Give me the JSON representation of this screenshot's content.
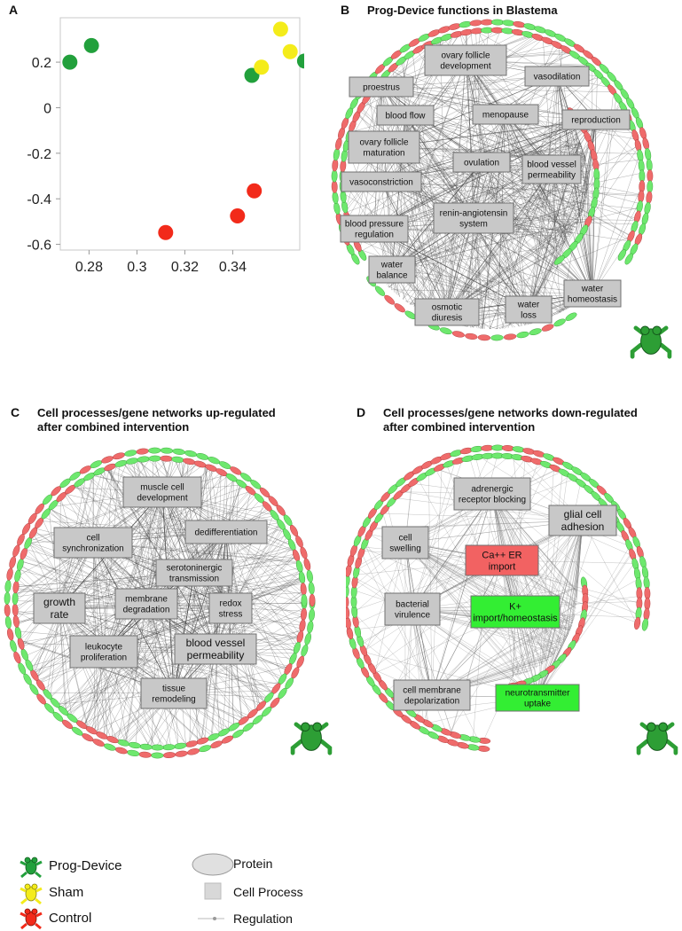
{
  "panels": {
    "a": {
      "letter": "A"
    },
    "b": {
      "letter": "B",
      "title": "Prog-Device functions in Blastema"
    },
    "c": {
      "letter": "C",
      "title": "Cell processes/gene networks up-regulated\nafter combined intervention"
    },
    "d": {
      "letter": "D",
      "title": "Cell processes/gene networks  down-regulated\nafter combined intervention"
    }
  },
  "chart_data": {
    "type": "scatter",
    "xticks": [
      0.28,
      0.3,
      0.32,
      0.34
    ],
    "xtick_labels": [
      "0.28",
      "0.3",
      "0.32",
      "0.34"
    ],
    "yticks": [
      0.2,
      0,
      -0.2,
      -0.4,
      -0.6
    ],
    "ytick_labels": [
      "0.2",
      "0",
      "-0.2",
      "-0.4",
      "-0.6"
    ],
    "xlim": [
      0.268,
      0.368
    ],
    "ylim": [
      -0.625,
      0.395
    ],
    "grid": false,
    "series": [
      {
        "name": "Prog-Device",
        "color": "#22a03c",
        "points": [
          [
            0.272,
            0.2
          ],
          [
            0.281,
            0.273
          ],
          [
            0.348,
            0.142
          ],
          [
            0.37,
            0.205
          ]
        ]
      },
      {
        "name": "Sham",
        "color": "#f4ec1a",
        "points": [
          [
            0.352,
            0.178
          ],
          [
            0.36,
            0.345
          ],
          [
            0.364,
            0.246
          ]
        ]
      },
      {
        "name": "Control",
        "color": "#f22a1a",
        "points": [
          [
            0.312,
            -0.548
          ],
          [
            0.342,
            -0.475
          ],
          [
            0.349,
            -0.365
          ]
        ]
      }
    ]
  },
  "networks": {
    "b": {
      "process_nodes": [
        {
          "id": "b1",
          "label": "ovary follicle\ndevelopment"
        },
        {
          "id": "b2",
          "label": "proestrus"
        },
        {
          "id": "b3",
          "label": "vasodilation"
        },
        {
          "id": "b4",
          "label": "blood flow"
        },
        {
          "id": "b5",
          "label": "menopause"
        },
        {
          "id": "b6",
          "label": "reproduction"
        },
        {
          "id": "b7",
          "label": "ovary follicle\nmaturation"
        },
        {
          "id": "b8",
          "label": "ovulation"
        },
        {
          "id": "b9",
          "label": "blood vessel\npermeability"
        },
        {
          "id": "b10",
          "label": "vasoconstriction"
        },
        {
          "id": "b11",
          "label": "renin-angiotensin\nsystem"
        },
        {
          "id": "b12",
          "label": "blood pressure\nregulation"
        },
        {
          "id": "b13",
          "label": "water\nbalance"
        },
        {
          "id": "b14",
          "label": "water\nhomeostasis"
        },
        {
          "id": "b15",
          "label": "osmotic\ndiuresis"
        },
        {
          "id": "b16",
          "label": "water\nloss"
        }
      ]
    },
    "c": {
      "process_nodes": [
        {
          "id": "c1",
          "label": "muscle cell\ndevelopment"
        },
        {
          "id": "c2",
          "label": "dedifferentiation"
        },
        {
          "id": "c3",
          "label": "cell\nsynchronization"
        },
        {
          "id": "c4",
          "label": "serotoninergic\ntransmission"
        },
        {
          "id": "c5",
          "label": "growth\nrate"
        },
        {
          "id": "c6",
          "label": "membrane\ndegradation"
        },
        {
          "id": "c7",
          "label": "redox\nstress"
        },
        {
          "id": "c8",
          "label": "leukocyte\nproliferation"
        },
        {
          "id": "c9",
          "label": "blood vessel\npermeability"
        },
        {
          "id": "c10",
          "label": "tissue\nremodeling"
        }
      ]
    },
    "d": {
      "process_nodes": [
        {
          "id": "d1",
          "label": "adrenergic\nreceptor blocking",
          "color": "#c8c8c8"
        },
        {
          "id": "d2",
          "label": "glial cell\nadhesion",
          "color": "#c8c8c8"
        },
        {
          "id": "d3",
          "label": "cell\nswelling",
          "color": "#c8c8c8"
        },
        {
          "id": "d4",
          "label": "Ca++ ER\nimport",
          "color": "#f26262"
        },
        {
          "id": "d5",
          "label": "bacterial\nvirulence",
          "color": "#c8c8c8"
        },
        {
          "id": "d6",
          "label": "K+\nimport/homeostasis",
          "color": "#33ee33"
        },
        {
          "id": "d7",
          "label": "cell membrane\ndepolarization",
          "color": "#c8c8c8"
        },
        {
          "id": "d8",
          "label": "neurotransmitter\nuptake",
          "color": "#33ee33"
        }
      ]
    }
  },
  "legend": {
    "groups": [
      {
        "label": "Prog-Device",
        "color": "#22a03c"
      },
      {
        "label": "Sham",
        "color": "#f4ec1a"
      },
      {
        "label": "Control",
        "color": "#f22a1a"
      }
    ],
    "symbols": [
      {
        "label": "Protein",
        "shape": "ellipse"
      },
      {
        "label": "Cell Process",
        "shape": "square"
      },
      {
        "label": "Regulation",
        "shape": "line"
      }
    ]
  },
  "colors": {
    "protein_up": "#6ee86e",
    "protein_down": "#ef6b6b",
    "process": "#c8c8c8",
    "frog": "#2d9e35"
  }
}
